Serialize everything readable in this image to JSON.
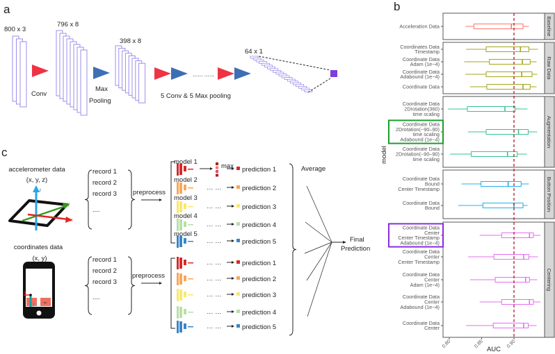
{
  "panel_a": {
    "letter": "a",
    "dims": [
      "800 x 3",
      "796 x 8",
      "398 x 8",
      "64 x 1"
    ],
    "conv": "Conv",
    "max": "Max",
    "pooling": "Pooling",
    "dots": "…… ……",
    "repeat": "5 Conv & 5 Max pooling",
    "colors": {
      "conv": "#ee3344",
      "pool": "#3e6fb5",
      "layer": "#9d8fe8",
      "output": "#7b3fdc"
    }
  },
  "panel_c": {
    "letter": "c",
    "accel_title": "accelerometer data",
    "accel_vars": "(x, y, z)",
    "axis_x": "x",
    "axis_y": "y",
    "axis_z": "z",
    "coord_title": "coordinates data",
    "coord_vars": "(x, y)",
    "tap": "tap",
    "records": [
      "record 1",
      "record 2",
      "record 3",
      "...."
    ],
    "preprocess": "preprocess",
    "models": [
      "model 1",
      "model 2",
      "model 3",
      "model 4",
      "model 5"
    ],
    "max": "max",
    "dots": "… …",
    "predictions": [
      "prediction 1",
      "prediction 2",
      "prediction 3",
      "prediction 4",
      "prediction 5"
    ],
    "average": "Average",
    "final_1": "Final",
    "final_2": "Prediction",
    "model_colors": [
      "#d62a2a",
      "#f9a65a",
      "#fbe86a",
      "#b9dfa6",
      "#3c86c6"
    ]
  },
  "panel_b": {
    "letter": "b",
    "chart_data": {
      "type": "boxplot",
      "xlabel": "AUC",
      "ylabel": "model",
      "xlim": [
        0.79,
        0.95
      ],
      "xticks": [
        "0.80",
        "0.85",
        "0.90"
      ],
      "reference_line": 0.9,
      "reference_color": "#b2182b",
      "facets": [
        {
          "name": "Baseline",
          "color": "#f8766d",
          "rows": [
            {
              "label": [
                "Acceleration Data"
              ],
              "min": 0.825,
              "q1": 0.838,
              "median": 0.896,
              "q3": 0.914,
              "max": 0.923
            }
          ]
        },
        {
          "name": "Raw Data",
          "color": "#a3a51a",
          "rows": [
            {
              "label": [
                "Coordinates Data",
                "Timestamp"
              ],
              "min": 0.826,
              "q1": 0.857,
              "median": 0.91,
              "q3": 0.923,
              "max": 0.937
            },
            {
              "label": [
                "Coordinate Data",
                "Adam (1e−4)"
              ],
              "min": 0.823,
              "q1": 0.862,
              "median": 0.913,
              "q3": 0.925,
              "max": 0.935
            },
            {
              "label": [
                "Coordinate Data",
                "Adabound (1e−4)"
              ],
              "min": 0.825,
              "q1": 0.857,
              "median": 0.912,
              "q3": 0.928,
              "max": 0.936
            },
            {
              "label": [
                "Coordinate Data"
              ],
              "min": 0.832,
              "q1": 0.858,
              "median": 0.914,
              "q3": 0.925,
              "max": 0.935
            }
          ]
        },
        {
          "name": "Augmentation",
          "color": "#36c48e",
          "rows": [
            {
              "label": [
                "Coordinate Data",
                "2Drotation(360)",
                "time scaling"
              ],
              "min": 0.798,
              "q1": 0.828,
              "median": 0.886,
              "q3": 0.902,
              "max": 0.921
            },
            {
              "label": [
                "Coordinate Data",
                "2Drotation(−90–90)",
                "time scaling",
                "Adabound (1e−4)"
              ],
              "min": 0.829,
              "q1": 0.857,
              "median": 0.907,
              "q3": 0.922,
              "max": 0.936,
              "highlight": "#1a9e2a"
            },
            {
              "label": [
                "Coordinate Data",
                "2Drotation(−90–90)",
                "time scaling"
              ],
              "min": 0.801,
              "q1": 0.834,
              "median": 0.89,
              "q3": 0.905,
              "max": 0.92
            }
          ]
        },
        {
          "name": "Button Position",
          "color": "#1fb0ea",
          "rows": [
            {
              "label": [
                "Coordinate Data",
                "Bound",
                "Center Timestamp"
              ],
              "min": 0.819,
              "q1": 0.849,
              "median": 0.891,
              "q3": 0.911,
              "max": 0.923
            },
            {
              "label": [
                "Coordinate Data",
                "Bound"
              ],
              "min": 0.814,
              "q1": 0.852,
              "median": 0.9,
              "q3": 0.914,
              "max": 0.921
            }
          ]
        },
        {
          "name": "Centering",
          "color": "#e56ef0",
          "rows": [
            {
              "label": [
                "Coordinate Data",
                "Center",
                "Center Timestamp",
                "Adabound (1e−4)"
              ],
              "min": 0.847,
              "q1": 0.881,
              "median": 0.924,
              "q3": 0.93,
              "max": 0.941,
              "highlight": "#8a2be2"
            },
            {
              "label": [
                "Coordinate Data",
                "Center",
                "Center Timestamp"
              ],
              "min": 0.829,
              "q1": 0.869,
              "median": 0.915,
              "q3": 0.923,
              "max": 0.937
            },
            {
              "label": [
                "Coordinate Data",
                "Center",
                "Adam (1e−4)"
              ],
              "min": 0.832,
              "q1": 0.871,
              "median": 0.918,
              "q3": 0.924,
              "max": 0.936
            },
            {
              "label": [
                "Coordinate Data",
                "Center",
                "Adabound (1e−4)"
              ],
              "min": 0.847,
              "q1": 0.881,
              "median": 0.924,
              "q3": 0.93,
              "max": 0.941
            },
            {
              "label": [
                "Coordinate Data",
                "Center"
              ],
              "min": 0.826,
              "q1": 0.868,
              "median": 0.915,
              "q3": 0.922,
              "max": 0.935
            }
          ]
        }
      ]
    }
  }
}
